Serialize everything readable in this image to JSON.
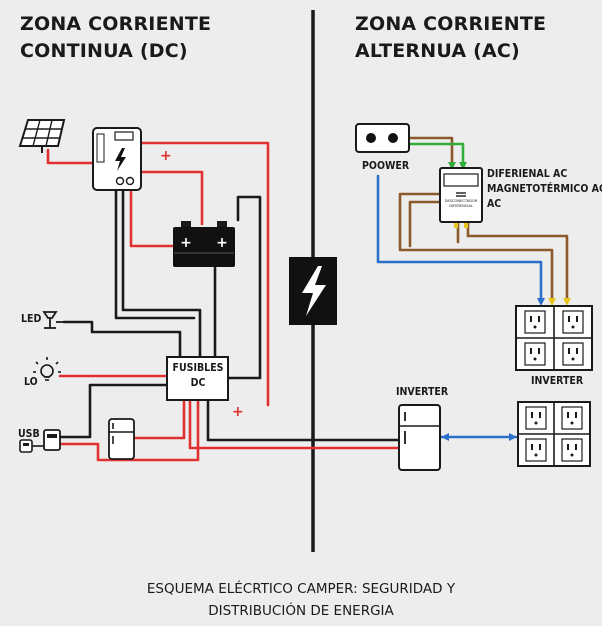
{
  "zones": {
    "dc_title_line1": "ZONA CORRIENTE",
    "dc_title_line2": "CONTINUA (DC)",
    "ac_title_line1": "ZONA CORRIENTE",
    "ac_title_line2": "ALTERNUA (AC)"
  },
  "dc": {
    "fuse_box_line1": "FUSIBLES",
    "fuse_box_line2": "DC",
    "led_label": "LED",
    "lo_label": "LO",
    "usb_label": "USB",
    "plus_sign": "+"
  },
  "ac": {
    "power_label": "POOWER",
    "breaker_line1": "DIFERIENAL AC",
    "breaker_line2": "MAGNETOTÉRMICO AC",
    "breaker_line3": "AC",
    "breaker_face_text": "DESCONECTADOR DIFERENCIAL",
    "inverter_label_top": "INVERTER",
    "inverter_label_outlets": "INVERTER"
  },
  "caption": {
    "line1": "ESQUEMA ELÉCRTICO CAMPER: SEGURIDAD Y",
    "line2": "DISTRIBUCIÓN DE ENERGIA"
  },
  "colors": {
    "positive_wire": "#e03030",
    "negative_wire": "#1a1a1a",
    "ac_blue": "#2a6fc9",
    "ac_brown": "#8a5a2b",
    "ac_green": "#2fae3a",
    "ac_yellow": "#e8c41c",
    "background": "#ededed"
  }
}
